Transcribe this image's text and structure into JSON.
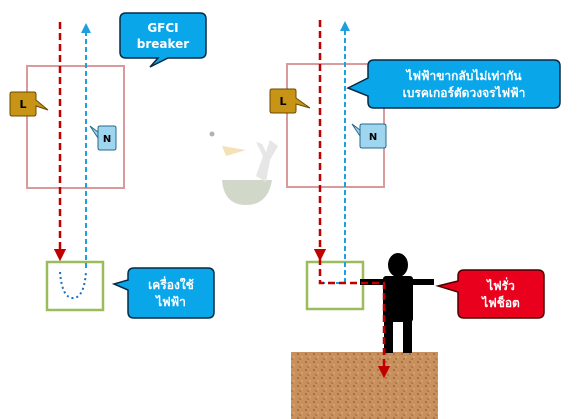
{
  "callouts": {
    "gfci_line1": "GFCI",
    "gfci_line2": "breaker",
    "imbalance_line1": "ไฟฟ้าขากลับไม่เท่ากัน",
    "imbalance_line2": "เบรคเกอร์ตัดวงจรไฟฟ้า",
    "appliance_line1": "เครื่องใช้",
    "appliance_line2": "ไฟฟ้า",
    "leak_line1": "ไฟรั่ว",
    "leak_line2": "ไฟช็อต"
  },
  "tags": {
    "line": "L",
    "neutral": "N"
  },
  "colors": {
    "live_wire": "#c00000",
    "neutral_wire": "#1ea0e0",
    "breaker_box": "#d89a9a",
    "appliance_box": "#9cbb5c",
    "callout_blue": "#0aa6ea",
    "callout_red": "#e8001c",
    "tag_l": "#c89416",
    "tag_n": "#9ed6f0",
    "ground": "#c8905c"
  }
}
